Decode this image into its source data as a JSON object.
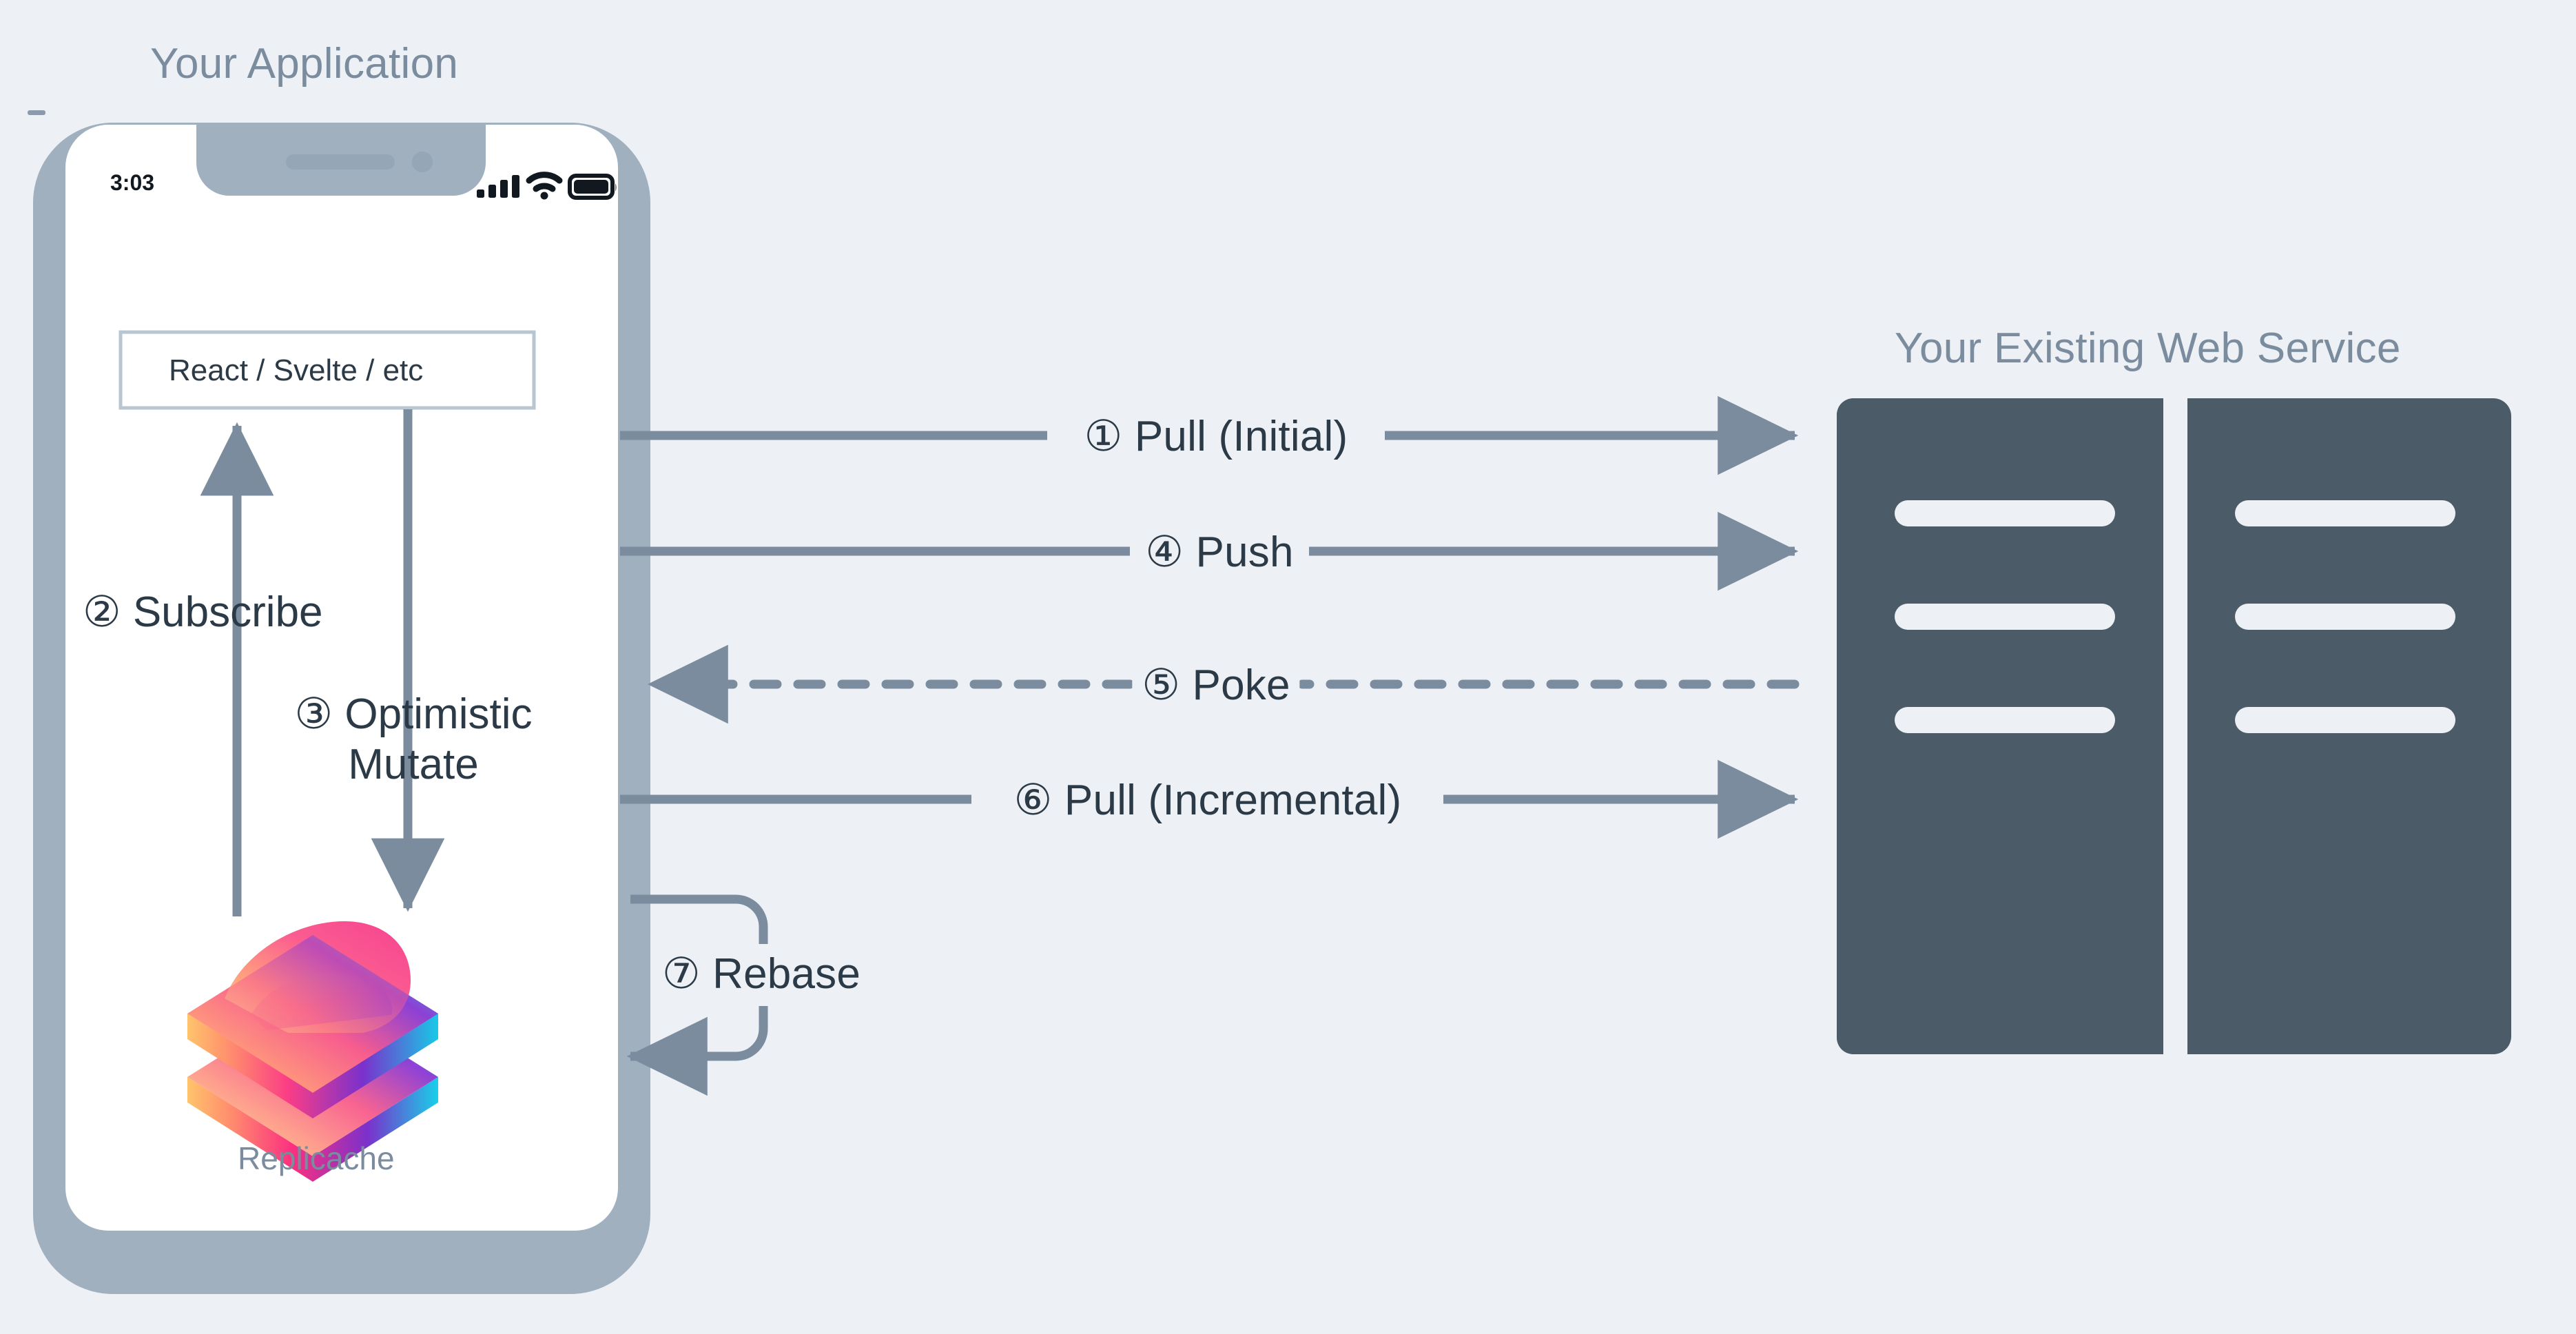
{
  "diagram": {
    "background_color": "#edf1f5",
    "accent_line_color": "#7a8c9e",
    "server_color": "#4b5b68",
    "phone_frame_color": "#a0b0bf",
    "heading_color": "#7a8c9e",
    "label_color": "#2b3a46"
  },
  "client": {
    "title": "Your Application",
    "phone": {
      "status_time": "3:03",
      "icons": [
        "cellular-signal-icon",
        "wifi-icon",
        "battery-icon"
      ],
      "framework_box_label": "React / Svelte / etc",
      "store_logo_name": "replicache-logo",
      "store_label": "Replicache"
    },
    "internal_steps": [
      {
        "number": "②",
        "label": "Subscribe",
        "direction": "up",
        "from": "Replicache",
        "to": "React / Svelte / etc"
      },
      {
        "number": "③",
        "label_line1": "Optimistic",
        "label_line2": "Mutate",
        "direction": "down",
        "from": "React / Svelte / etc",
        "to": "Replicache"
      }
    ]
  },
  "server": {
    "title": "Your Existing Web Service",
    "racks": [
      {
        "name": "server-rack-left",
        "bars": 3
      },
      {
        "name": "server-rack-right",
        "bars": 3
      }
    ]
  },
  "flows": [
    {
      "id": "pull-initial",
      "number": "①",
      "label": "Pull (Initial)",
      "full_label": "① Pull (Initial)",
      "direction": "client-to-server",
      "style": "solid"
    },
    {
      "id": "push",
      "number": "④",
      "label": "Push",
      "full_label": "④ Push",
      "direction": "client-to-server",
      "style": "solid"
    },
    {
      "id": "poke",
      "number": "⑤",
      "label": "Poke",
      "full_label": "⑤ Poke",
      "direction": "server-to-client",
      "style": "dashed"
    },
    {
      "id": "pull-incremental",
      "number": "⑥",
      "label": "Pull (Incremental)",
      "full_label": "⑥ Pull (Incremental)",
      "direction": "client-to-server",
      "style": "solid"
    },
    {
      "id": "rebase",
      "number": "⑦",
      "label": "Rebase",
      "full_label": "⑦ Rebase",
      "direction": "loop-back-to-client",
      "style": "solid"
    }
  ]
}
